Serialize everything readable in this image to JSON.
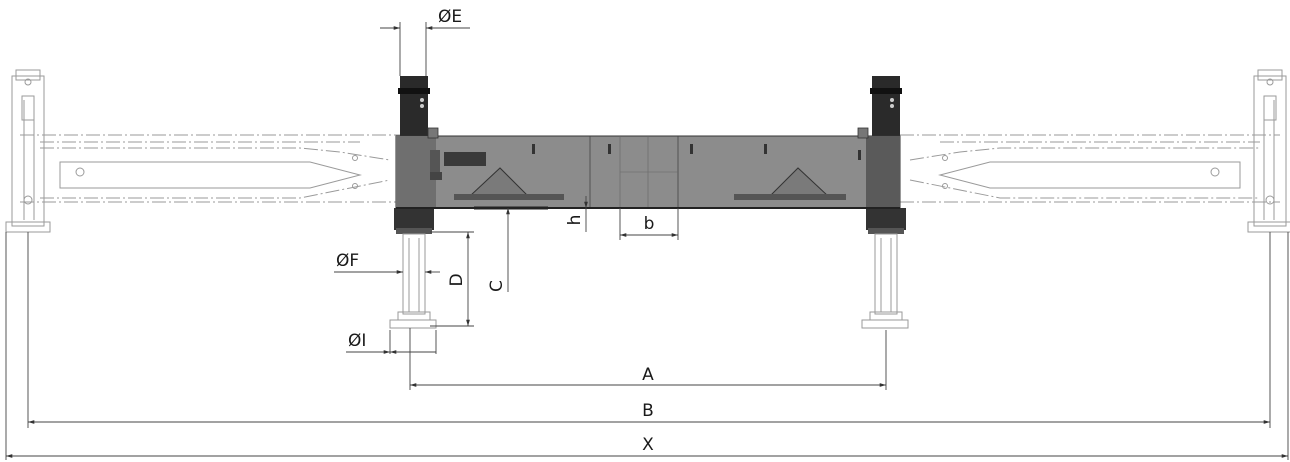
{
  "drawing": {
    "type": "technical-drawing",
    "subject": "mobile crane outrigger / stabilizer frame, front view",
    "colors": {
      "body": "#8a8a8a",
      "body_dark": "#555555",
      "cylinder": "#2a2a2a",
      "phantom_lines": "#9a9a9a",
      "dimension_lines": "#444444"
    }
  },
  "dimensions": {
    "diameter_E": "E",
    "diameter_F": "F",
    "diameter_I": "I",
    "D": "D",
    "C": "C",
    "h": "h",
    "b": "b",
    "A": "A",
    "B": "B",
    "X": "X",
    "diameter_symbol": "Ø"
  }
}
